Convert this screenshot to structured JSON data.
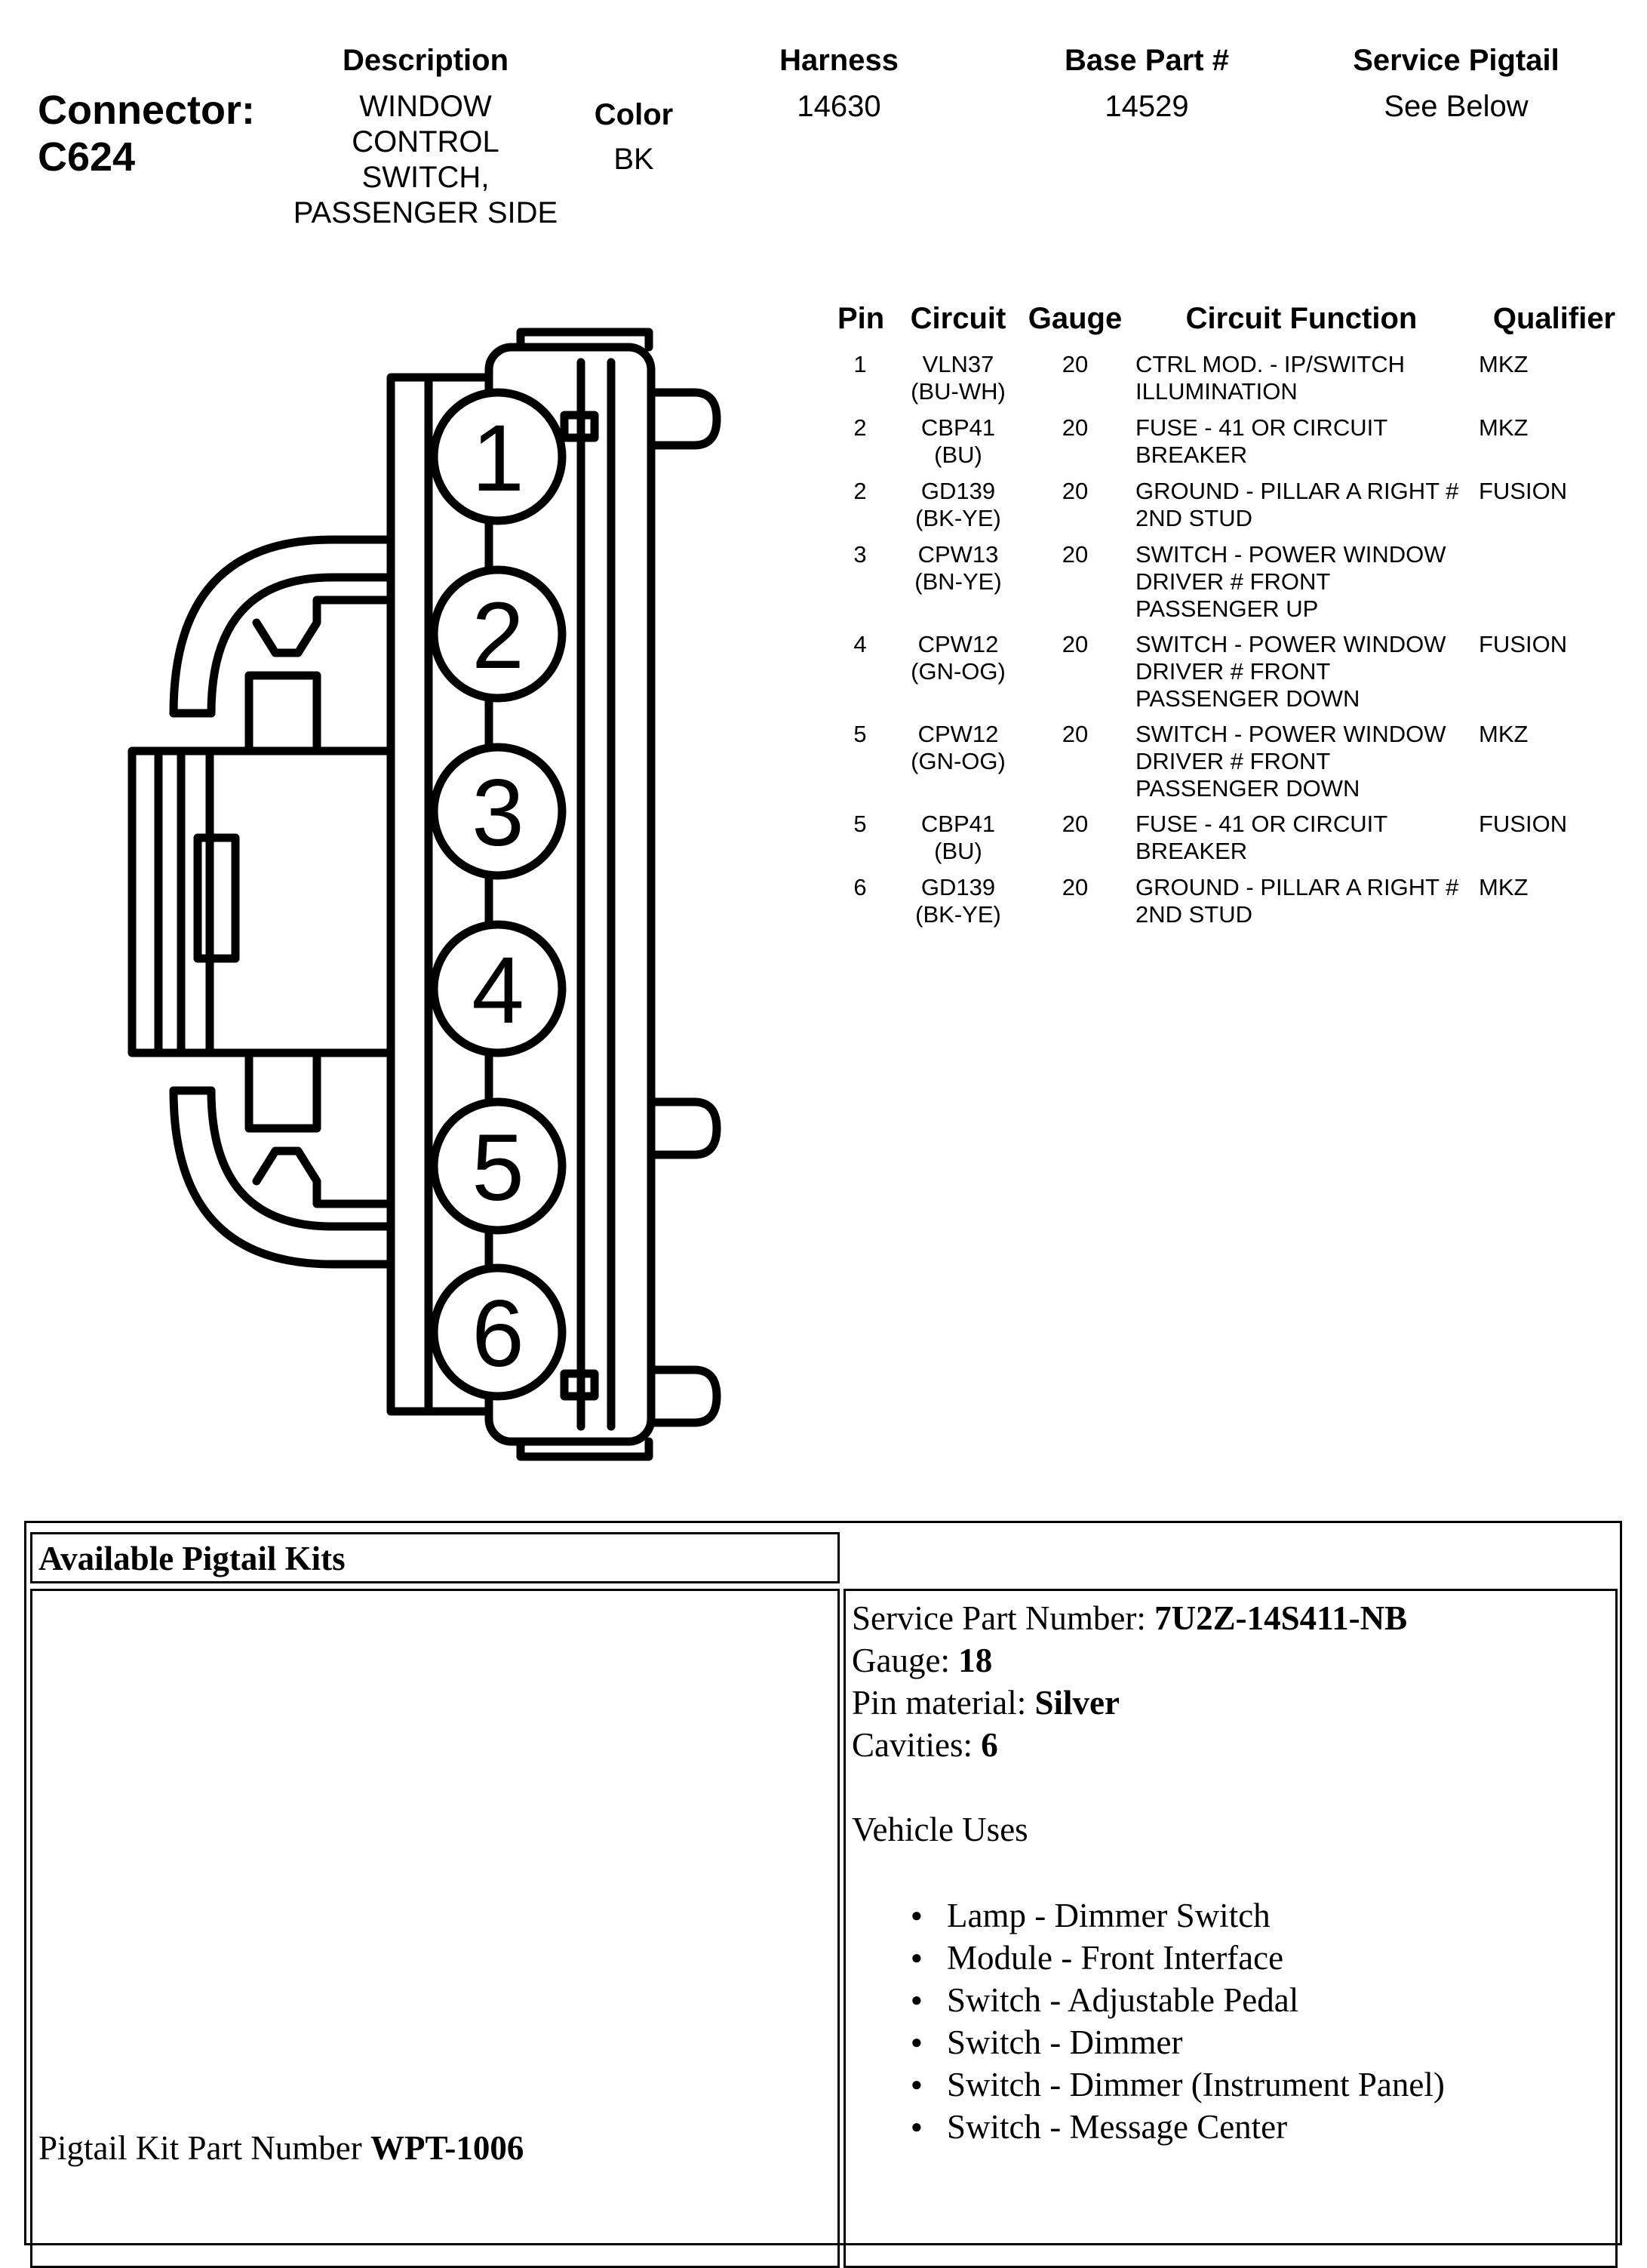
{
  "connector": {
    "label": "Connector:",
    "id": "C624"
  },
  "headers": {
    "description": "Description",
    "harness": "Harness",
    "base_part": "Base Part #",
    "service_pigtail": "Service Pigtail",
    "color": "Color"
  },
  "values": {
    "description_lines": [
      "WINDOW",
      "CONTROL",
      "SWITCH,",
      "PASSENGER SIDE"
    ],
    "harness": "14630",
    "base_part": "14529",
    "service_pigtail": "See Below",
    "color": "BK"
  },
  "diagram": {
    "pins": [
      "1",
      "2",
      "3",
      "4",
      "5",
      "6"
    ]
  },
  "pin_table": {
    "columns": [
      "Pin",
      "Circuit",
      "Gauge",
      "Circuit Function",
      "Qualifier"
    ],
    "rows": [
      {
        "pin": "1",
        "circuit": "VLN37",
        "color": "(BU-WH)",
        "gauge": "20",
        "func": [
          "CTRL MOD. - IP/SWITCH",
          "ILLUMINATION"
        ],
        "qual": "MKZ"
      },
      {
        "pin": "2",
        "circuit": "CBP41",
        "color": "(BU)",
        "gauge": "20",
        "func": [
          "FUSE - 41 OR CIRCUIT",
          "BREAKER"
        ],
        "qual": "MKZ"
      },
      {
        "pin": "2",
        "circuit": "GD139",
        "color": "(BK-YE)",
        "gauge": "20",
        "func": [
          "GROUND - PILLAR A RIGHT #",
          "2ND STUD"
        ],
        "qual": "FUSION"
      },
      {
        "pin": "3",
        "circuit": "CPW13",
        "color": "(BN-YE)",
        "gauge": "20",
        "func": [
          "SWITCH - POWER WINDOW",
          "DRIVER # FRONT",
          "PASSENGER UP"
        ],
        "qual": ""
      },
      {
        "pin": "4",
        "circuit": "CPW12",
        "color": "(GN-OG)",
        "gauge": "20",
        "func": [
          "SWITCH - POWER WINDOW",
          "DRIVER # FRONT",
          "PASSENGER DOWN"
        ],
        "qual": "FUSION"
      },
      {
        "pin": "5",
        "circuit": "CPW12",
        "color": "(GN-OG)",
        "gauge": "20",
        "func": [
          "SWITCH - POWER WINDOW",
          "DRIVER # FRONT",
          "PASSENGER DOWN"
        ],
        "qual": "MKZ"
      },
      {
        "pin": "5",
        "circuit": "CBP41",
        "color": "(BU)",
        "gauge": "20",
        "func": [
          "FUSE - 41 OR CIRCUIT",
          "BREAKER"
        ],
        "qual": "FUSION"
      },
      {
        "pin": "6",
        "circuit": "GD139",
        "color": "(BK-YE)",
        "gauge": "20",
        "func": [
          "GROUND - PILLAR A RIGHT #",
          "2ND STUD"
        ],
        "qual": "MKZ"
      }
    ]
  },
  "pigtail": {
    "section_title": "Available Pigtail Kits",
    "kit_label": "Pigtail Kit Part Number ",
    "kit_number": "WPT-1006",
    "service_part_label": "Service Part Number: ",
    "service_part_value": "7U2Z-14S411-NB",
    "gauge_label": "Gauge: ",
    "gauge_value": "18",
    "pin_material_label": "Pin material: ",
    "pin_material_value": "Silver",
    "cavities_label": "Cavities: ",
    "cavities_value": "6",
    "vehicle_uses_label": "Vehicle Uses",
    "vehicle_uses": [
      "Lamp - Dimmer Switch",
      "Module - Front Interface",
      "Switch - Adjustable Pedal",
      "Switch - Dimmer",
      "Switch - Dimmer (Instrument Panel)",
      "Switch - Message Center"
    ]
  }
}
